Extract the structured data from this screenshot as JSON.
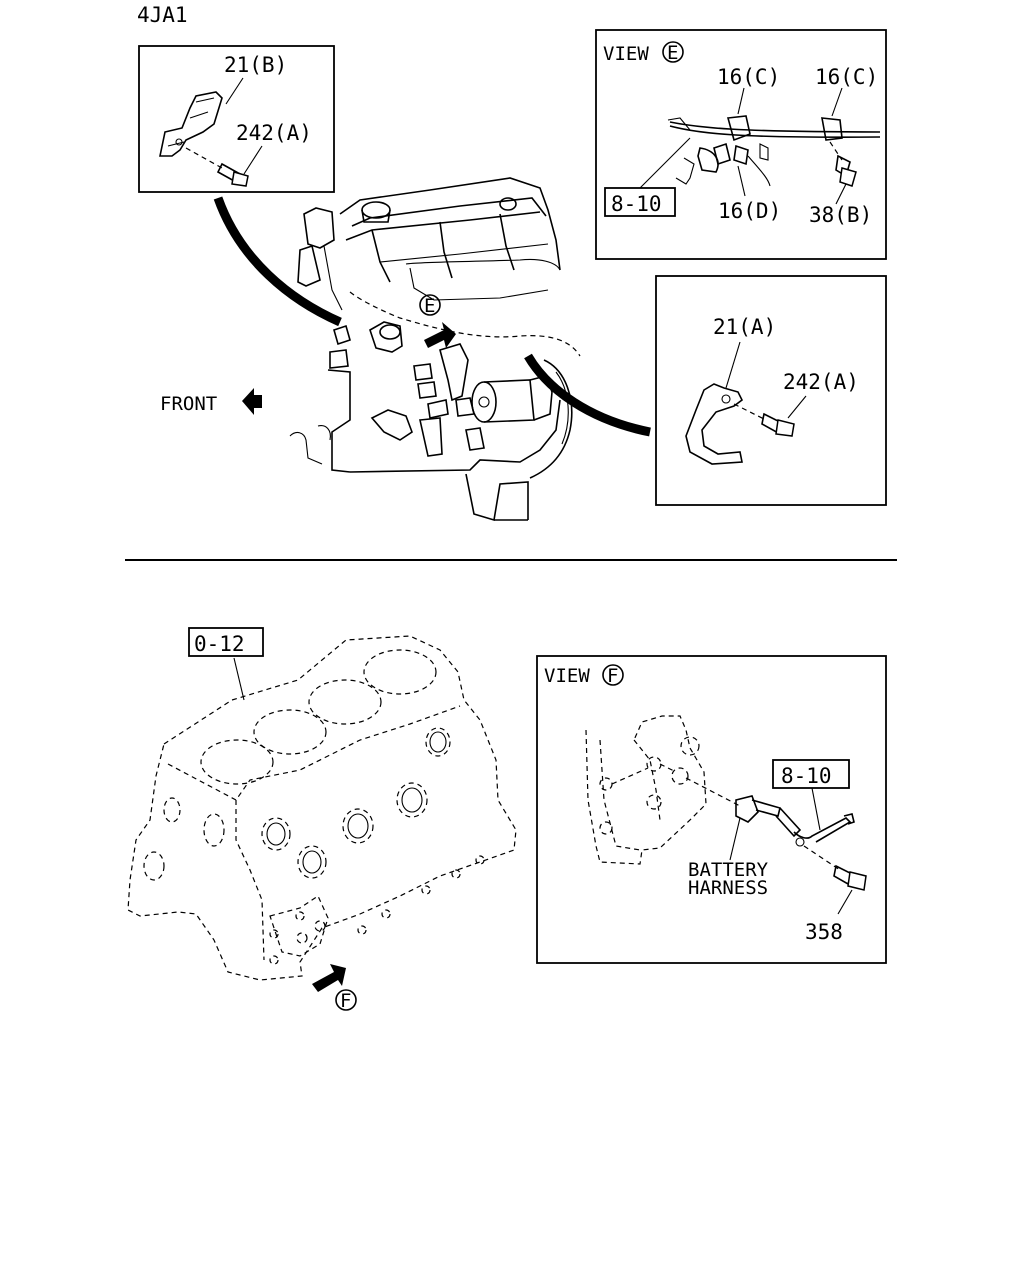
{
  "model": "4JA1",
  "front_label": "FRONT",
  "view_e": {
    "title": "VIEW",
    "marker": "E",
    "labels": [
      "16(C)",
      "16(C)",
      "8-10",
      "16(D)",
      "38(B)"
    ]
  },
  "detail_b": {
    "labels": [
      "21(B)",
      "242(A)"
    ]
  },
  "detail_a": {
    "labels": [
      "21(A)",
      "242(A)"
    ]
  },
  "engine_marker": "E",
  "block_ref": "0-12",
  "block_marker": "F",
  "view_f": {
    "title": "VIEW",
    "marker": "F",
    "ref": "8-10",
    "harness": [
      "BATTERY",
      "HARNESS"
    ],
    "bolt": "358"
  }
}
